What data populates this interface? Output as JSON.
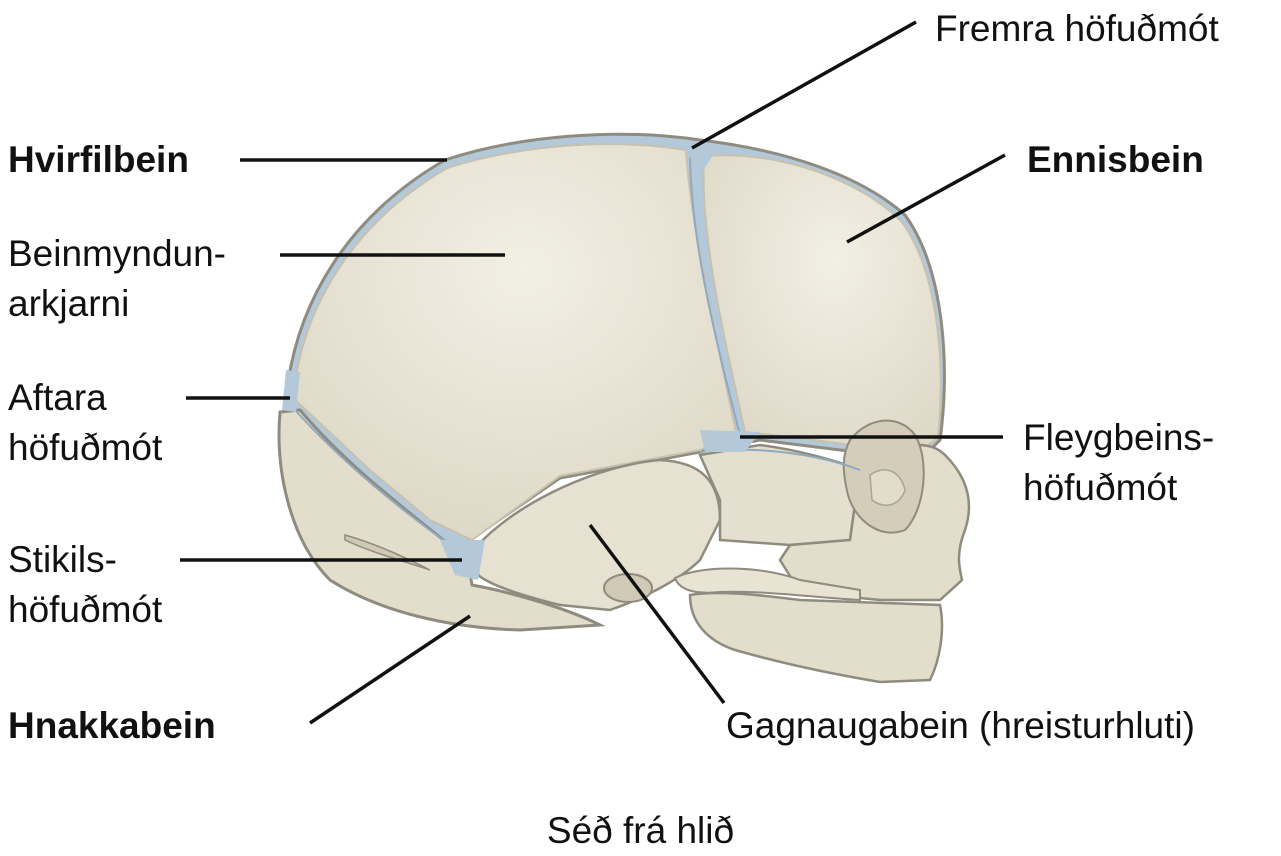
{
  "labels": {
    "fremra": "Fremra höfuðmót",
    "hvirfilbein": "Hvirfilbein",
    "ennisbein": "Ennisbein",
    "beinmyndun_1": "Beinmyndun-",
    "beinmyndun_2": "arkjarni",
    "aftara_1": "Aftara",
    "aftara_2": "höfuðmót",
    "fleyg_1": "Fleygbeins-",
    "fleyg_2": "höfuðmót",
    "stikils_1": "Stikils-",
    "stikils_2": "höfuðmót",
    "hnakkabein": "Hnakkabein",
    "gagnaugabein": "Gagnaugabein (hreisturhluti)"
  },
  "caption": "Séð frá hlið",
  "colors": {
    "bone": "#e6e1d1",
    "bone_shadow": "#cfc9b6",
    "outline": "#8f8b7f",
    "fontanelle": "#b3c9d9",
    "leader": "#111111"
  }
}
